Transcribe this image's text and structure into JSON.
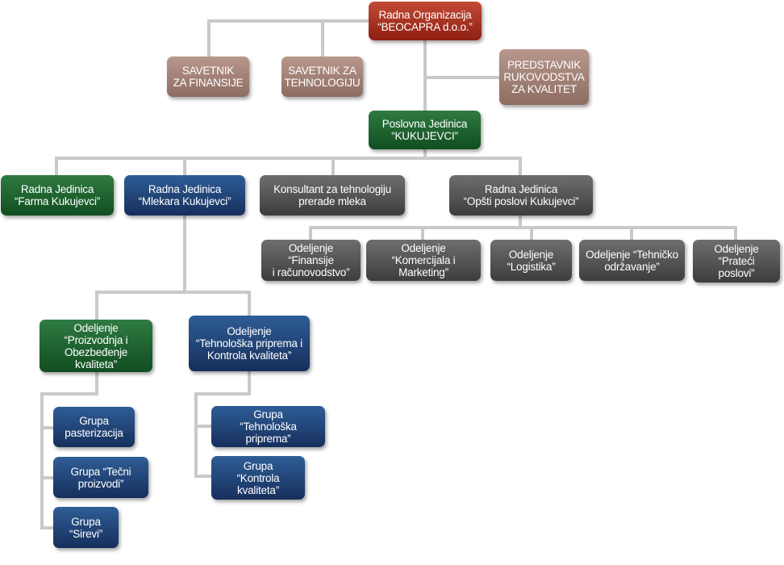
{
  "org_chart": {
    "nodes": {
      "root": "Radna Organizacija\n“BEOCAPRA d.o.o.”",
      "savetnik_finansije": "SAVETNIK\nZA FINANSIJE",
      "savetnik_tehnologija": "SAVETNIK ZA\nTEHNOLOGIJU",
      "predstavnik_kvalitet": "PREDSTAVNIK\nRUKOVODSTVA\nZA KVALITET",
      "poslovna_jedinica": "Poslovna Jedinica\n“KUKUJEVCI”",
      "farma": "Radna Jedinica\n“Farma Kukujevci”",
      "mlekara": "Radna Jedinica\n“Mlekara Kukujevci”",
      "konsultant": "Konsultant za tehnologiju\nprerade mleka",
      "opsti_poslovi": "Radna Jedinica\n“Opšti poslovi Kukujevci”",
      "odeljenje_finansije": "Odeljenje “Finansije\ni računovodstvo”",
      "odeljenje_komercijala": "Odeljenje “Komercijala i\nMarketing”",
      "odeljenje_logistika": "Odeljenje\n“Logistika”",
      "odeljenje_tehnicko": "Odeljenje “Tehničko\nodržavanje”",
      "odeljenje_prateci": "Odeljenje “Prateći\nposlovi”",
      "odeljenje_proizvodnja": "Odeljenje\n“Proizvodnja i\nObezbeđenje kvaliteta”",
      "odeljenje_tehnoloska": "Odeljenje\n“Tehnološka priprema i\nKontrola kvaliteta”",
      "grupa_pasterizacija": "Grupa\npasterizacija",
      "grupa_tecni": "Grupa “Tečni\nproizvodi”",
      "grupa_sirevi": "Grupa\n“Sirevi”",
      "grupa_tehnoloska_priprema": "Grupa\n“Tehnološka priprema”",
      "grupa_kontrola_kvaliteta": "Grupa\n“Kontrola kvaliteta”"
    },
    "colors": {
      "red": "#a83324",
      "tan": "#a3827a",
      "green": "#1f6130",
      "blue": "#22457a",
      "gray": "#555555",
      "connector": "#c9c9c9"
    }
  }
}
